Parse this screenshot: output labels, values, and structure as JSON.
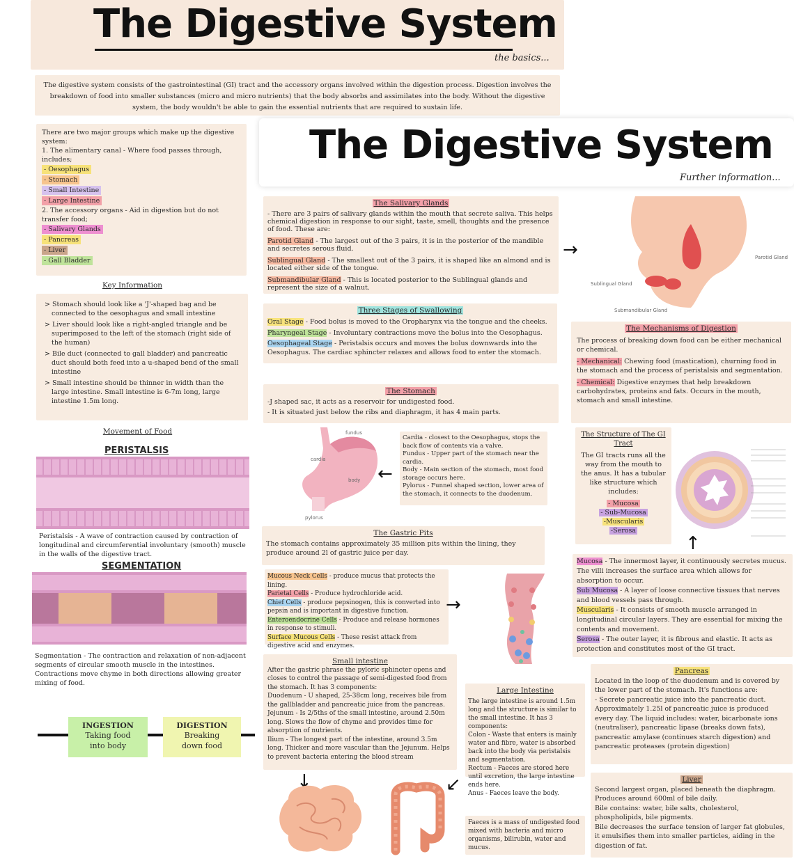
{
  "basics": {
    "title": "The Digestive System",
    "subtitle": "the basics...",
    "intro": "The digestive system consists of the gastrointestinal (GI) tract and the accessory organs involved within the digestion process. Digestion involves the breakdown of food into smaller substances (micro and micro nutrients) that the body absorbs and assimilates into the body. Without the digestive system, the body wouldn't be able to gain the essential nutrients that are required to sustain life."
  },
  "groups": {
    "intro": "There are two major groups which make up the digestive system:",
    "alimentary_heading": "1. The alimentary canal - Where food passes through, includes;",
    "alimentary_items": [
      "- Oesophagus",
      "- Stomach",
      "- Small Intestine",
      "- Large Intestine"
    ],
    "accessory_heading": "2. The accessory organs - Aid in digestion but do not transfer food;",
    "accessory_items": [
      "- Salivary Glands",
      "- Pancreas",
      "- Liver",
      "- Gall Bladder"
    ]
  },
  "key_info": {
    "heading": "Key Information",
    "points": [
      "> Stomach should look like a 'J'-shaped bag and be connected to the oesophagus and small intestine",
      "> Liver should look like a right-angled triangle and be superimposed to the left of the stomach (right side of the human)",
      "> Bile duct (connected to gall bladder) and pancreatic duct should both feed into a u-shaped bend of the small intestine",
      "> Small intestine should be thinner in width than the large intestine. Small intestine is 6-7m long, large intestine 1.5m long."
    ]
  },
  "movement": {
    "heading": "Movement of Food",
    "peristalsis_title": "PERISTALSIS",
    "peristalsis_text": "Peristalsis - A wave of contraction caused by contraction of longitudinal and circumferential involuntary (smooth) muscle in the walls of the digestive tract.",
    "segmentation_title": "SEGMENTATION",
    "segmentation_text": "Segmentation - The contraction and relaxation of non-adjacent segments of circular smooth muscle in the intestines. Contractions move chyme in both directions allowing greater mixing of food."
  },
  "process": {
    "steps": [
      {
        "title": "INGESTION",
        "text": "Taking food into body"
      },
      {
        "title": "DIGESTION",
        "text": "Breaking down food"
      }
    ]
  },
  "further": {
    "title": "The Digestive System",
    "subtitle": "Further information..."
  },
  "salivary": {
    "heading": "The Salivary Glands",
    "intro": "- There are 3 pairs of salivary glands within the mouth that secrete saliva. This helps chemical digestion in response to our sight, taste, smell, thoughts and the presence of food. These are:",
    "items": [
      {
        "name": "Parotid Gland",
        "text": " - The largest out of the 3 pairs, it is in the posterior of the mandible and secretes serous fluid."
      },
      {
        "name": "Sublingual Gland",
        "text": " - The smallest out of the 3 pairs, it is shaped like an almond and is located either side of the tongue."
      },
      {
        "name": "Submandibular Gland",
        "text": " - This is located posterior to the Sublingual glands and represent the size of a walnut."
      }
    ],
    "labels": {
      "parotid": "Parotid Gland",
      "sublingual": "Sublingual Gland",
      "submandibular": "Submandibular Gland"
    }
  },
  "swallowing": {
    "heading": "Three Stages of Swallowing",
    "items": [
      {
        "name": "Oral Stage",
        "text": " - Food bolus is moved to the Oropharynx via the tongue and the cheeks."
      },
      {
        "name": "Pharyngeal Stage",
        "text": " - Involuntary contractions move the bolus into the Oesophagus."
      },
      {
        "name": "Oesophageal Stage",
        "text": " - Peristalsis occurs and moves the bolus downwards into the Oesophagus. The cardiac sphincter relaxes and allows food to enter the stomach."
      }
    ]
  },
  "mechanisms": {
    "heading": "The Mechanisms of Digestion",
    "intro": "The process of breaking down food can be either mechanical or chemical.",
    "mechanical_name": "- Mechanical:",
    "mechanical_text": " Chewing food (mastication), churning food in the stomach and the process of peristalsis and segmentation.",
    "chemical_name": "- Chemical:",
    "chemical_text": " Digestive enzymes that help breakdown carbohydrates, proteins and fats. Occurs in the mouth, stomach and small intestine."
  },
  "stomach": {
    "heading": "The Stomach",
    "lines": [
      "-J shaped sac, it acts as a reservoir for undigested food.",
      "- It is situated just below the ribs and diaphragm, it has 4 main parts."
    ],
    "labels": {
      "fundus": "fundus",
      "cardia": "cardia",
      "body": "body",
      "pylorus": "pylorus"
    },
    "parts": [
      "Cardia - closest to the Oesophagus, stops the back flow of contents via a valve.",
      "Fundus - Upper part of the stomach near the cardia.",
      "Body - Main section of the stomach, most food storage occurs here.",
      "Pylorus - Funnel shaped section, lower area of the stomach, it connects to the duodenum."
    ]
  },
  "gi_tract": {
    "heading": "The Structure of The GI Tract",
    "text": "The GI tracts runs all the way from the mouth to the anus. It has a tubular like structure which includes:",
    "layers": [
      "- Mucosa",
      "- Sub-Mucosa",
      "-Muscularis",
      "-Serosa"
    ],
    "details": [
      {
        "name": "Mucosa",
        "text": " - The innermost layer, it continuously secretes mucus. The villi increases the surface area which allows for absorption to occur."
      },
      {
        "name": "Sub Mucosa",
        "text": " - A layer of loose connective tissues that nerves and blood vessels pass through."
      },
      {
        "name": "Muscularis",
        "text": " - It consists of smooth muscle arranged in longitudinal circular layers. They are essential for mixing the contents and movement."
      },
      {
        "name": "Serosa",
        "text": " - The outer layer, it is fibrous and elastic. It acts as protection and constitutes most of the GI tract."
      }
    ]
  },
  "gastric_pits": {
    "heading": "The Gastric Pits",
    "text": "The stomach contains approximately 35 million pits within the lining, they produce around 2l of gastric juice per day.",
    "cells": [
      {
        "name": "Mucous Neck Cells",
        "text": " - produce mucus that protects the lining."
      },
      {
        "name": "Parietal Cells",
        "text": " - Produce hydrochloride acid."
      },
      {
        "name": "Chief Cells",
        "text": " - produce pepsinogen, this is converted into pepsin and is important in digestive function."
      },
      {
        "name": "Enteroendocrine Cells",
        "text": " - Produce and release hormones in response to stimuli."
      },
      {
        "name": "Surface Mucous Cells",
        "text": " - These resist attack from digestive acid and enzymes."
      }
    ]
  },
  "small_intestine": {
    "heading": "Small intestine",
    "text": "After the gastric phrase the pyloric sphincter opens and closes to control the passage of semi-digested food from the stomach. It has 3 components:",
    "parts": [
      "Duodenum - U shaped, 25-38cm long, receives bile from the gallbladder and pancreatic juice from the pancreas.",
      "Jejunum - Is 2/5ths of the small intestine, around 2.50m long. Slows the flow of chyme and provides time for absorption of nutrients.",
      "Ilium - The longest part of the intestine, around 3.5m long. Thicker and more vascular than the Jejunum. Helps to prevent bacteria entering the blood stream"
    ]
  },
  "large_intestine": {
    "heading": "Large Intestine",
    "text": "The large intestine is around 1.5m long and the structure is similar to the small intestine. It has 3 components:",
    "parts": [
      "Colon - Waste that enters is mainly water and fibre, water is absorbed back into the body via peristalsis and segmentation.",
      "Rectum - Faeces are stored here until excretion, the large intestine ends here.",
      "Anus - Faeces leave the body."
    ],
    "footer": "Faeces is a mass of undigested food mixed with bacteria and micro organisms, bilirubin, water and mucus."
  },
  "pancreas": {
    "heading": "Pancreas",
    "text": "Located in the loop of the duodenum and is covered by the lower part of the stomach. It's functions are:",
    "lines": [
      "- Secrete pancreatic juice into the pancreatic duct.",
      "Approximately 1.25l of pancreatic juice is produced every day. The liquid includes: water, bicarbonate ions (neutraliser), pancreatic lipase (breaks down fats), pancreatic amylase (continues starch digestion) and pancreatic proteases (protein digestion)"
    ]
  },
  "liver": {
    "heading": "Liver",
    "lines": [
      "Second largest organ, placed beneath the diaphragm.",
      "Produces around 600ml of bile daily.",
      "Bile contains: water, bile salts, cholesterol, phospholipids, bile pigments.",
      "Bile decreases the surface tension of larger fat globules, it emulsifies them into smaller particles, aiding in the digestion of fat."
    ]
  }
}
